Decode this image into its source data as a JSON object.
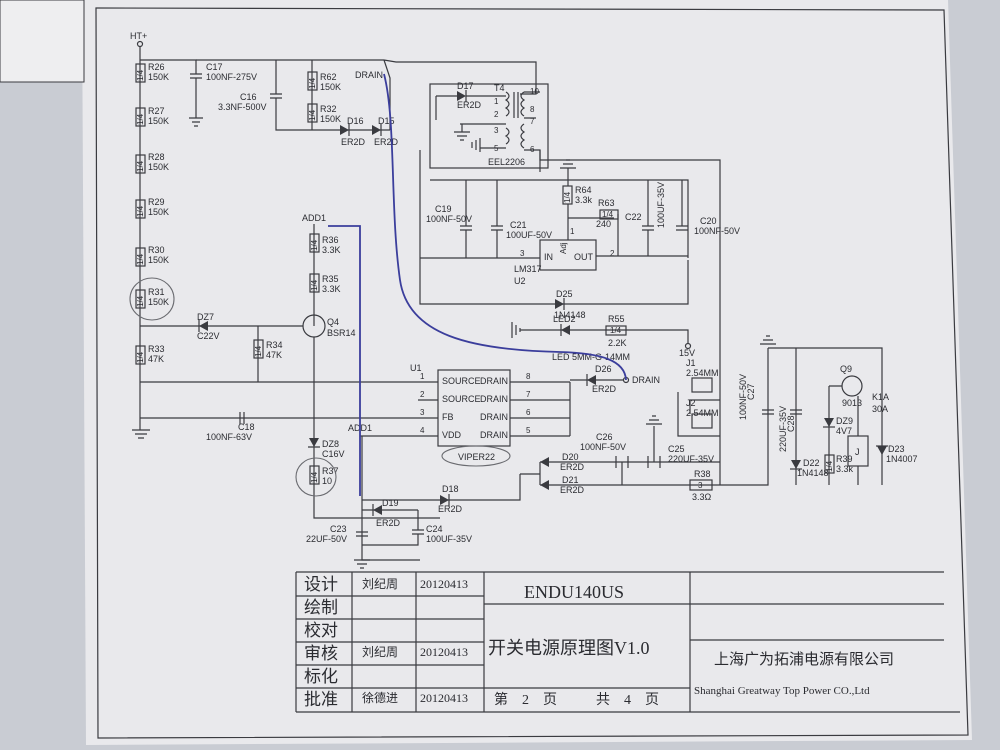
{
  "schematic": {
    "rail_hv": "HT+",
    "drain_label": "DRAIN",
    "add1_label": "ADD1",
    "v15_label": "15V",
    "resistors": {
      "r26": {
        "ref": "R26",
        "val": "150K"
      },
      "r27": {
        "ref": "R27",
        "val": "150K"
      },
      "r28": {
        "ref": "R28",
        "val": "150K"
      },
      "r29": {
        "ref": "R29",
        "val": "150K"
      },
      "r30": {
        "ref": "R30",
        "val": "150K"
      },
      "r31": {
        "ref": "R31",
        "val": "150K"
      },
      "r33": {
        "ref": "R33",
        "val": "47K"
      },
      "r34": {
        "ref": "R34",
        "val": "47K"
      },
      "r35": {
        "ref": "R35",
        "val": "3.3K"
      },
      "r36": {
        "ref": "R36",
        "val": "3.3K"
      },
      "r37": {
        "ref": "R37",
        "val": "10"
      },
      "r62": {
        "ref": "R62",
        "val": "150K"
      },
      "r32": {
        "ref": "R32",
        "val": "150K"
      },
      "r64": {
        "ref": "R64",
        "val": "3.3k"
      },
      "r63": {
        "ref": "R63",
        "val": "240"
      },
      "r55": {
        "ref": "R55",
        "val": "2.2K"
      },
      "r38": {
        "ref": "R38",
        "val": "3.3Ω"
      },
      "r39": {
        "ref": "R39",
        "val": "3.3k"
      },
      "pkg": "1/4",
      "r38_body": "3"
    },
    "capacitors": {
      "c17": {
        "ref": "C17",
        "val": "100NF-275V"
      },
      "c16": {
        "ref": "C16",
        "val": "3.3NF-500V"
      },
      "c18": {
        "ref": "C18",
        "val": "100NF-63V"
      },
      "c19": {
        "ref": "C19",
        "val": "100NF-50V"
      },
      "c21": {
        "ref": "C21",
        "val": "100UF-50V"
      },
      "c22": {
        "ref": "C22",
        "val": "100UF-35V"
      },
      "c20": {
        "ref": "C20",
        "val": "100NF-50V"
      },
      "c23": {
        "ref": "C23",
        "val": "22UF-50V"
      },
      "c24": {
        "ref": "C24",
        "val": "100UF-35V"
      },
      "c26": {
        "ref": "C26",
        "val": "100NF-50V"
      },
      "c25": {
        "ref": "C25",
        "val": "220UF-35V"
      },
      "c27": {
        "ref": "C27",
        "val": "100NF-50V"
      },
      "c28": {
        "ref": "C28",
        "val": "220UF-35V"
      }
    },
    "diodes": {
      "d16": {
        "ref": "D16",
        "val": "ER2D"
      },
      "d15": {
        "ref": "D15",
        "val": "ER2D"
      },
      "d17": {
        "ref": "D17",
        "val": "ER2D"
      },
      "dz7": {
        "ref": "DZ7",
        "val": "C22V"
      },
      "dz8": {
        "ref": "DZ8",
        "val": "C16V"
      },
      "d25": {
        "ref": "D25",
        "val": "1N4148"
      },
      "led2": {
        "ref": "LED2",
        "val": "LED 5MM-G-14MM"
      },
      "d26": {
        "ref": "D26",
        "val": "ER2D"
      },
      "d20": {
        "ref": "D20",
        "val": "ER2D"
      },
      "d21": {
        "ref": "D21",
        "val": "ER2D"
      },
      "d19": {
        "ref": "D19",
        "val": "ER2D"
      },
      "d18": {
        "ref": "D18",
        "val": "ER2D"
      },
      "d22": {
        "ref": "D22",
        "val": "1N4148"
      },
      "dz9": {
        "ref": "DZ9",
        "val": "4V7"
      },
      "d23": {
        "ref": "D23",
        "val": "1N4007"
      }
    },
    "transistors": {
      "q4": {
        "ref": "Q4",
        "val": "BSR14"
      },
      "q9": {
        "ref": "Q9",
        "val": "9013"
      }
    },
    "transformer": {
      "ref": "T4",
      "model": "EEL2206",
      "pins": [
        "1",
        "2",
        "3",
        "5",
        "10",
        "8",
        "7",
        "6"
      ]
    },
    "regulator": {
      "ref": "LM317",
      "sub": "U2",
      "pin_in": "IN",
      "pin_out": "OUT",
      "pin_adj": "Adj",
      "pin1": "1",
      "pin2": "2",
      "pin3": "3"
    },
    "ic": {
      "ref": "U1",
      "model": "VIPER22",
      "left_pins": [
        {
          "num": "1",
          "name": "SOURCE"
        },
        {
          "num": "2",
          "name": "SOURCE"
        },
        {
          "num": "3",
          "name": "FB"
        },
        {
          "num": "4",
          "name": "VDD"
        }
      ],
      "right_pins": [
        {
          "num": "8",
          "name": "DRAIN"
        },
        {
          "num": "7",
          "name": "DRAIN"
        },
        {
          "num": "6",
          "name": "DRAIN"
        },
        {
          "num": "5",
          "name": "DRAIN"
        }
      ]
    },
    "connectors": {
      "j1": {
        "ref": "J1",
        "val": "2.54MM"
      },
      "j2": {
        "ref": "J2",
        "val": "2.54MM"
      }
    },
    "relay": {
      "ref": "K1A",
      "val": "30A",
      "body": "J"
    }
  },
  "title_block": {
    "rows": [
      {
        "role": "设计",
        "name": "刘纪周",
        "date": "20120413"
      },
      {
        "role": "绘制",
        "name": "",
        "date": ""
      },
      {
        "role": "校对",
        "name": "",
        "date": ""
      },
      {
        "role": "审核",
        "name": "刘纪周",
        "date": "20120413"
      },
      {
        "role": "标化",
        "name": "",
        "date": ""
      },
      {
        "role": "批准",
        "name": "徐德进",
        "date": "20120413"
      }
    ],
    "model": "ENDU140US",
    "drawing_title": "开关电源原理图V1.0",
    "sheet_no": "第　2　页",
    "sheet_total": "共　4　页",
    "company_cn": "上海广为拓浦电源有限公司",
    "company_en": "Shanghai Greatway Top Power CO.,Ltd"
  }
}
